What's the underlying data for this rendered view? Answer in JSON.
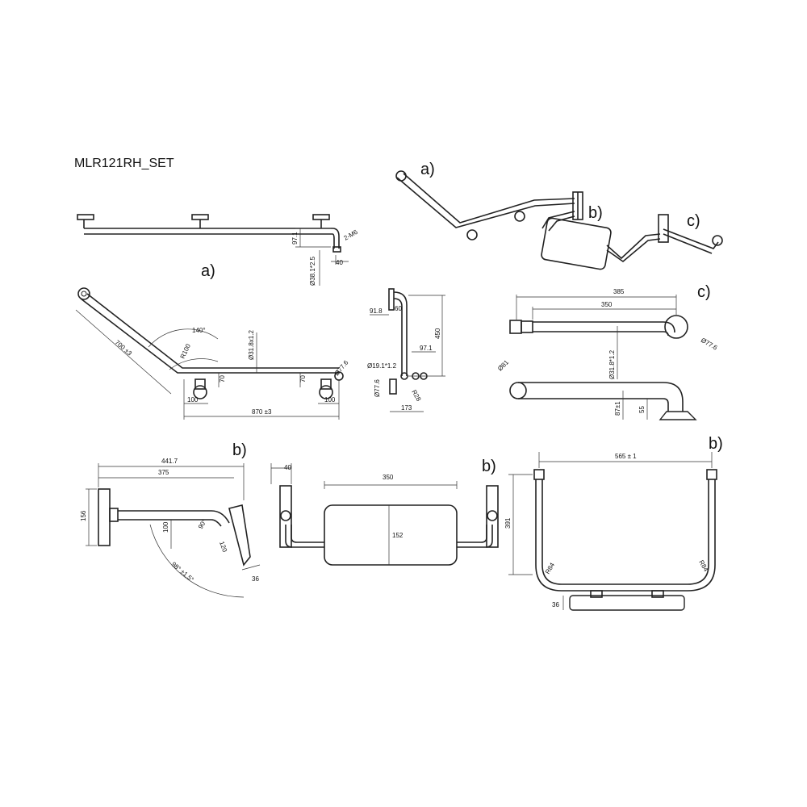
{
  "title": "MLR121RH_SET",
  "labels": {
    "a": "a)",
    "b": "b)",
    "c": "c)"
  },
  "dimensions": {
    "a_97_1": "97.1",
    "a_2m6": "2-M6",
    "a_dia38": "Ø38.1*2.5",
    "a_40": "40",
    "a_700": "700 ±3",
    "a_140deg": "140°",
    "a_r100": "R100",
    "a_dia31_8": "Ø31.8x1.2",
    "a_70_left": "70",
    "a_70_right": "70",
    "a_dia77_6": "Ø77.6",
    "a_100_left": "100",
    "a_100_right": "100",
    "a_870": "870 ±3",
    "side_91_8": "91.8",
    "side_60": "60",
    "side_450": "450",
    "side_97_1": "97.1",
    "side_dia19": "Ø19.1*1.2",
    "side_dia77_6": "Ø77.6",
    "side_r28": "R28",
    "side_173": "173",
    "c_385": "385",
    "c_350": "350",
    "c_dia77_6": "Ø77.6",
    "c_dia81": "Ø81",
    "c_dia31_8": "Ø31.8*1.2",
    "c_87": "87±1",
    "c_55": "55",
    "b_441_7": "441.7",
    "b_375": "375",
    "b_156": "156",
    "b_100": "100",
    "b_90deg": "90°",
    "b_120": "120",
    "b_98deg": "98° ±1.5°",
    "b_36": "36",
    "bf_40": "40",
    "bf_350": "350",
    "bf_152": "152",
    "bt_565": "565 ± 1",
    "bt_391": "391",
    "bt_r84_left": "R84",
    "bt_r84_right": "R84",
    "bt_36": "36"
  }
}
